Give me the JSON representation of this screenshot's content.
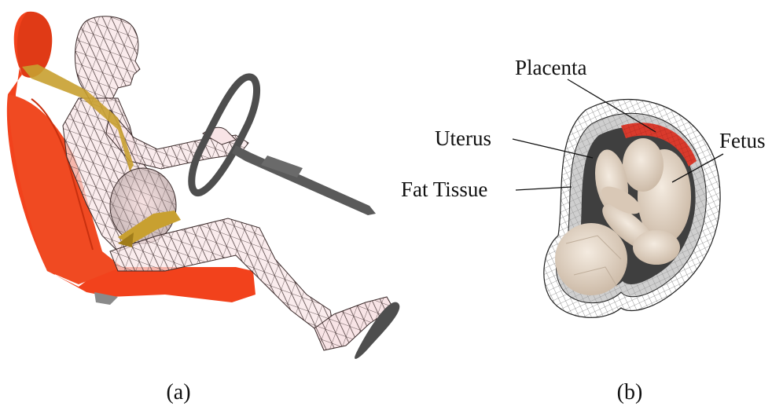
{
  "panels": [
    {
      "caption": "(a)"
    },
    {
      "caption": "(b)"
    }
  ],
  "labels": {
    "placenta": "Placenta",
    "uterus": "Uterus",
    "fat_tissue": "Fat Tissue",
    "fetus": "Fetus"
  },
  "colors": {
    "seat": "#f2421c",
    "belt": "#c8a030",
    "occupant_mesh": "#3a2a2a",
    "occupant_fill": "#f8e4e6",
    "steering": "#4e4e4e",
    "placenta": "#d93a2c",
    "fetus": "#e9dccd"
  }
}
